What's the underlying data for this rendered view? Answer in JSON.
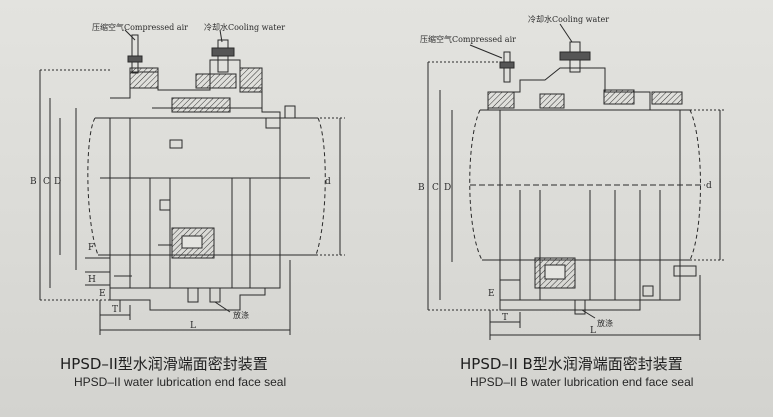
{
  "left_figure": {
    "label_air": "压缩空气Compressed air",
    "label_water": "冷却水Cooling water",
    "dims": {
      "B": "B",
      "C": "C",
      "D": "D",
      "d": "d",
      "F": "F",
      "H": "H",
      "E": "E",
      "T": "T",
      "L": "L"
    },
    "drain_label": "放涤",
    "caption_cn": "HPSD–II型水润滑端面密封装置",
    "caption_en": "HPSD–II water lubrication end face seal"
  },
  "right_figure": {
    "label_air": "压缩空气Compressed air",
    "label_water": "冷却水Cooling water",
    "dims": {
      "B": "B",
      "C": "C",
      "D": "D",
      "d": "d",
      "E": "E",
      "T": "T",
      "L": "L"
    },
    "drain_label": "放涤",
    "caption_cn": "HPSD–II B型水润滑端面密封装置",
    "caption_en": "HPSD–II B water lubrication end face seal"
  }
}
